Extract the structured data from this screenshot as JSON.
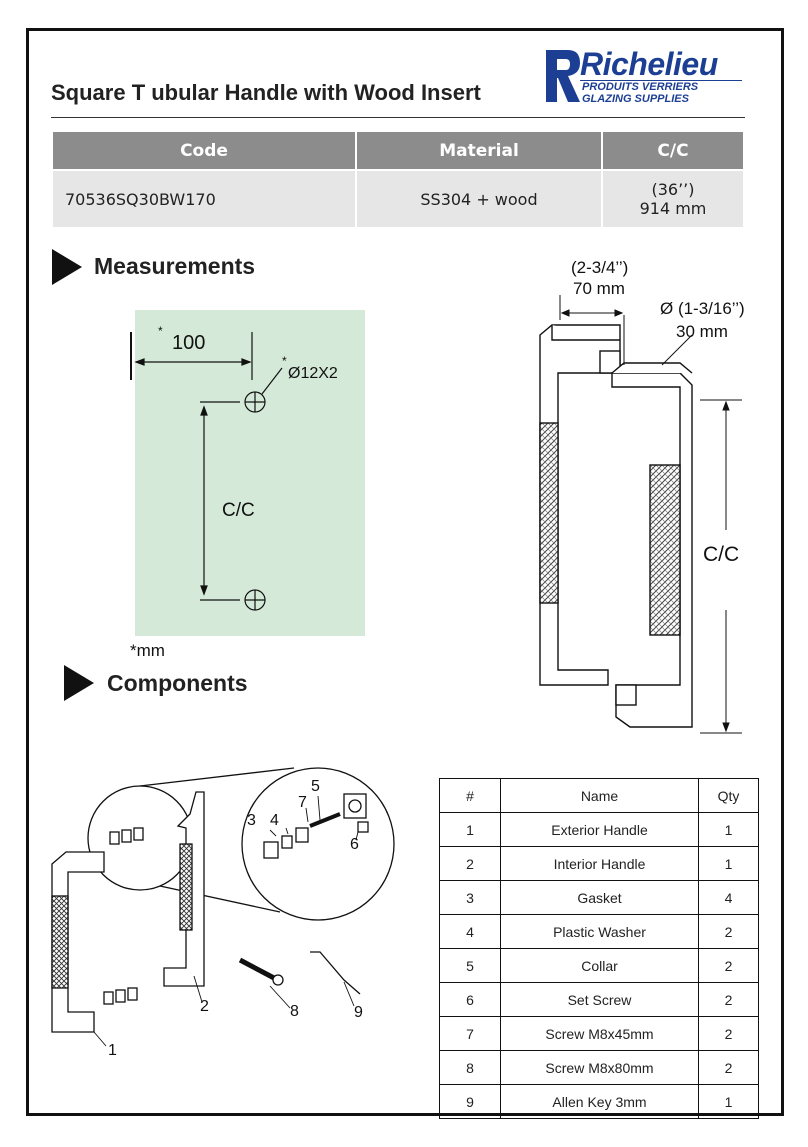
{
  "header": {
    "title": "Square T ubular Handle with Wood Insert",
    "brand": {
      "name": "Richelieu",
      "line1": "PRODUITS VERRIERS",
      "line2": "GLAZING SUPPLIES",
      "color": "#1c3f94"
    }
  },
  "spec_table": {
    "headers": [
      "Code",
      "Material",
      "C/C"
    ],
    "row": {
      "code": "70536SQ30BW170",
      "material": "SS304 + wood",
      "cc_inch": "(36’’)",
      "cc_mm": "914 mm"
    }
  },
  "measurements": {
    "heading": "Measurements",
    "drill": {
      "offset_star": "*",
      "offset": "100",
      "hole_star": "*",
      "hole": "Ø12X2",
      "cc": "C/C",
      "unit_note": "*mm"
    },
    "handle": {
      "width_in": "(2-3/4’’)",
      "width_mm": "70 mm",
      "dia_in": "Ø (1-3/16’’)",
      "dia_mm": "30 mm",
      "cc": "C/C"
    }
  },
  "components": {
    "heading": "Components",
    "callouts": [
      "1",
      "2",
      "3",
      "4",
      "5",
      "6",
      "7",
      "8",
      "9"
    ],
    "table_headers": [
      "#",
      "Name",
      "Qty"
    ],
    "rows": [
      {
        "num": "1",
        "name": "Exterior Handle",
        "qty": "1"
      },
      {
        "num": "2",
        "name": "Interior Handle",
        "qty": "1"
      },
      {
        "num": "3",
        "name": "Gasket",
        "qty": "4"
      },
      {
        "num": "4",
        "name": "Plastic Washer",
        "qty": "2"
      },
      {
        "num": "5",
        "name": "Collar",
        "qty": "2"
      },
      {
        "num": "6",
        "name": "Set Screw",
        "qty": "2"
      },
      {
        "num": "7",
        "name": "Screw M8x45mm",
        "qty": "2"
      },
      {
        "num": "8",
        "name": "Screw M8x80mm",
        "qty": "2"
      },
      {
        "num": "9",
        "name": "Allen Key 3mm",
        "qty": "1"
      }
    ]
  }
}
